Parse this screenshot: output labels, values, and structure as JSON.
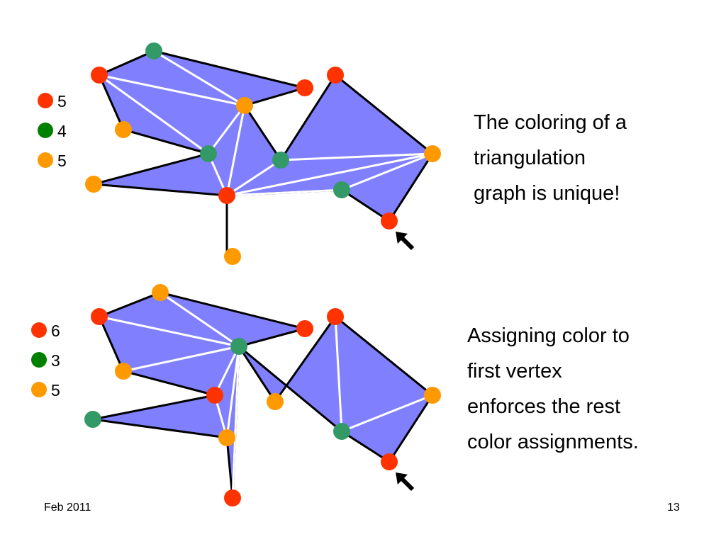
{
  "diagrams": [
    {
      "legend": [
        {
          "color_name": "red",
          "count": "5"
        },
        {
          "color_name": "green",
          "count": "4"
        },
        {
          "color_name": "orange",
          "count": "5"
        }
      ],
      "caption_lines": [
        "The coloring of a",
        "triangulation",
        "graph is unique!"
      ]
    },
    {
      "legend": [
        {
          "color_name": "red",
          "count": "6"
        },
        {
          "color_name": "green",
          "count": "3"
        },
        {
          "color_name": "orange",
          "count": "5"
        }
      ],
      "caption_lines": [
        "Assigning color to",
        "first vertex",
        "enforces the rest",
        "color assignments."
      ]
    }
  ],
  "footer": {
    "date": "Feb 2011",
    "page": "13"
  },
  "colors": {
    "red": "#ff3300",
    "green": "#339966",
    "legend_green": "#008000",
    "orange": "#ff9900",
    "fill": "#8080ff",
    "outline": "#000000",
    "diagonal": "#ffffff"
  },
  "icons": [
    "arrow-pointer-icon"
  ]
}
